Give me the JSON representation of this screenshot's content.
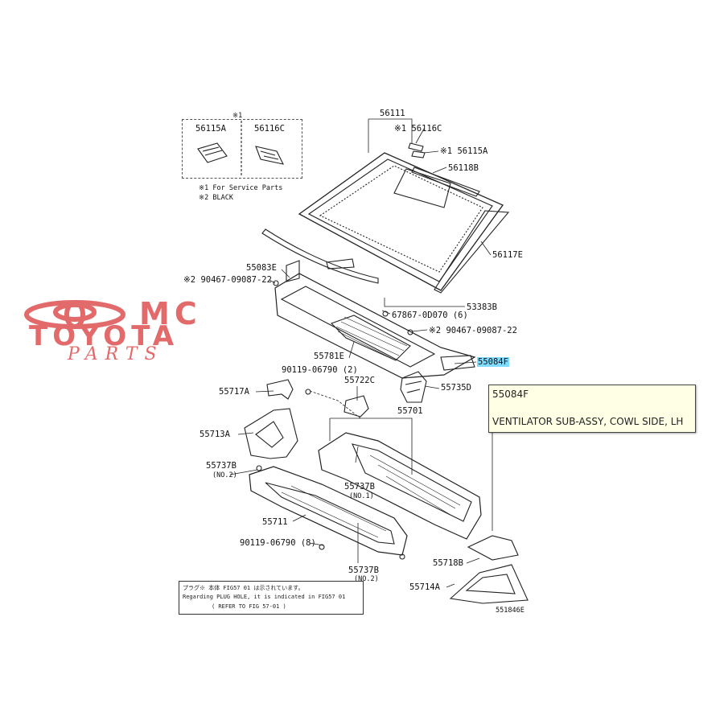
{
  "watermark": {
    "line1": "MC",
    "line2": "TOYOTA",
    "line3": "PARTS"
  },
  "service_parts": {
    "marker": "※1",
    "part_a": "56115A",
    "part_b": "56116C",
    "note1": "※1 For Service Parts",
    "note2": "※2 BLACK"
  },
  "labels": {
    "p56111": "56111",
    "p56116c": "※1 56116C",
    "p56115a": "※1 56115A",
    "p56118b": "56118B",
    "p56117e": "56117E",
    "p55083e": "55083E",
    "p90467a": "※2 90467-09087-22",
    "p67867": "67867-0D070 (6)",
    "p53383b": "53383B",
    "p90467b": "※2 90467-09087-22",
    "p55781e": "55781E",
    "p55084f": "55084F",
    "p90119a": "90119-06790 (2)",
    "p55722c": "55722C",
    "p55735d": "55735D",
    "p55717a": "55717A",
    "p55701": "55701",
    "p55713a": "55713A",
    "p55737b_1": "55737B",
    "no2_1": "(NO.2)",
    "p55737b_2": "55737B",
    "no1": "(NO.1)",
    "p55711": "55711",
    "p90119b": "90119-06790 (8)",
    "p55737b_3": "55737B",
    "no2_2": "(NO.2)",
    "p55718b": "55718B",
    "p55714a": "55714A",
    "figure_id": "551846E"
  },
  "note": {
    "line1": "プラグ※ 本体 FIG57 01 は示されています。",
    "line2": "Regarding PLUG HOLE, it is indicated in FIG57 01",
    "line3": "( REFER TO FIG 57-01 )"
  },
  "tooltip": {
    "part_number": "55084F",
    "description": "VENTILATOR SUB-ASSY, COWL SIDE, LH"
  },
  "colors": {
    "highlight": "#7fdcff",
    "watermark": "#e26a6a",
    "tooltip_bg": "#ffffe6"
  }
}
